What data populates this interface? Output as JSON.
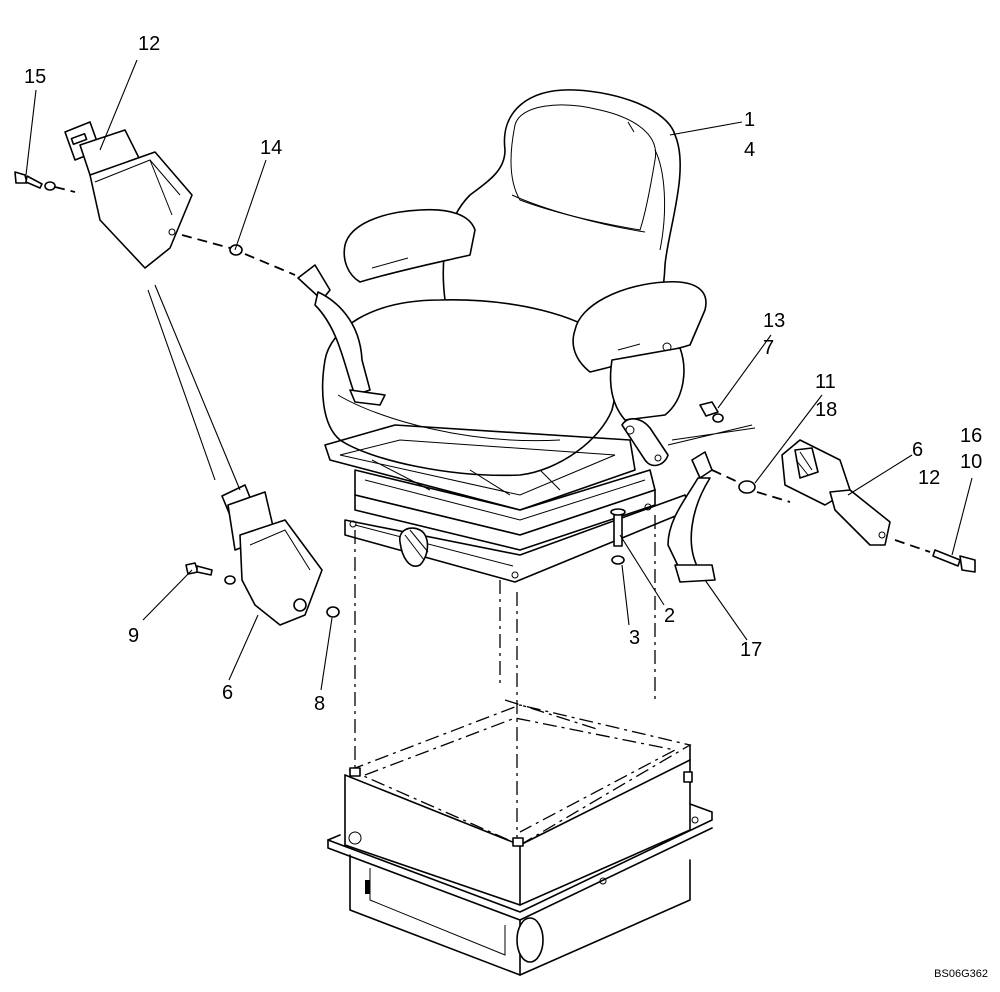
{
  "callouts": {
    "c1": "1",
    "c4": "4",
    "c12a": "12",
    "c15": "15",
    "c14": "14",
    "c13": "13",
    "c7": "7",
    "c11": "11",
    "c18": "18",
    "c16": "16",
    "c10": "10",
    "c6a": "6",
    "c12b": "12",
    "c9": "9",
    "c6b": "6",
    "c8": "8",
    "c3": "3",
    "c2": "2",
    "c17": "17"
  },
  "reference": "BS06G362"
}
